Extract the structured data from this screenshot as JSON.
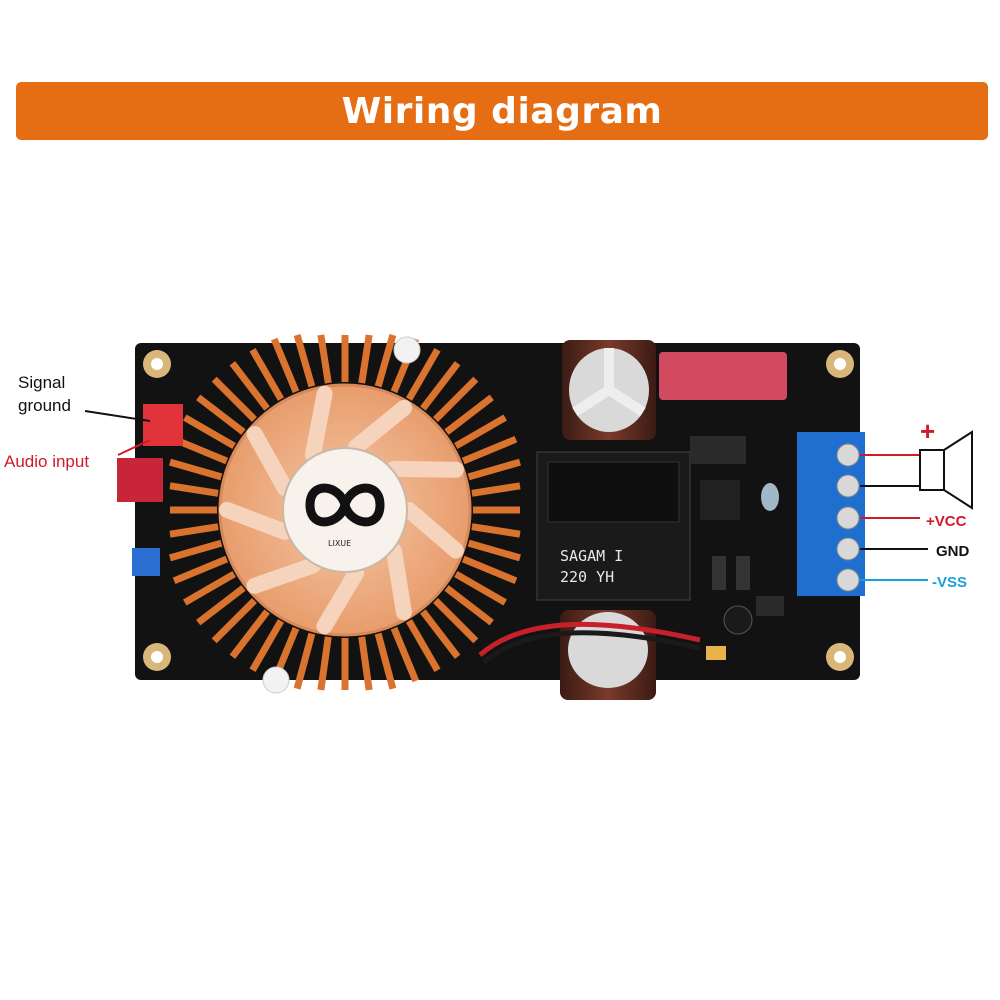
{
  "header": {
    "title": "Wiring diagram"
  },
  "labels": {
    "signal_ground": "Signal\nground",
    "audio_input": "Audio input",
    "vcc": "+VCC",
    "gnd": "GND",
    "vss": "-VSS",
    "speaker_plus": "+"
  },
  "components": {
    "transformer_text_line1": "SAGAM I",
    "transformer_text_line2": "220 YH",
    "fan_logo_text": "LIXUE"
  },
  "colors": {
    "banner": "#e56d14",
    "positive": "#d01a2a",
    "ground": "#111111",
    "negative": "#1aa0d8",
    "pcb": "#111111",
    "heatsink": "#d9732e",
    "terminal": "#1f6fd0"
  }
}
